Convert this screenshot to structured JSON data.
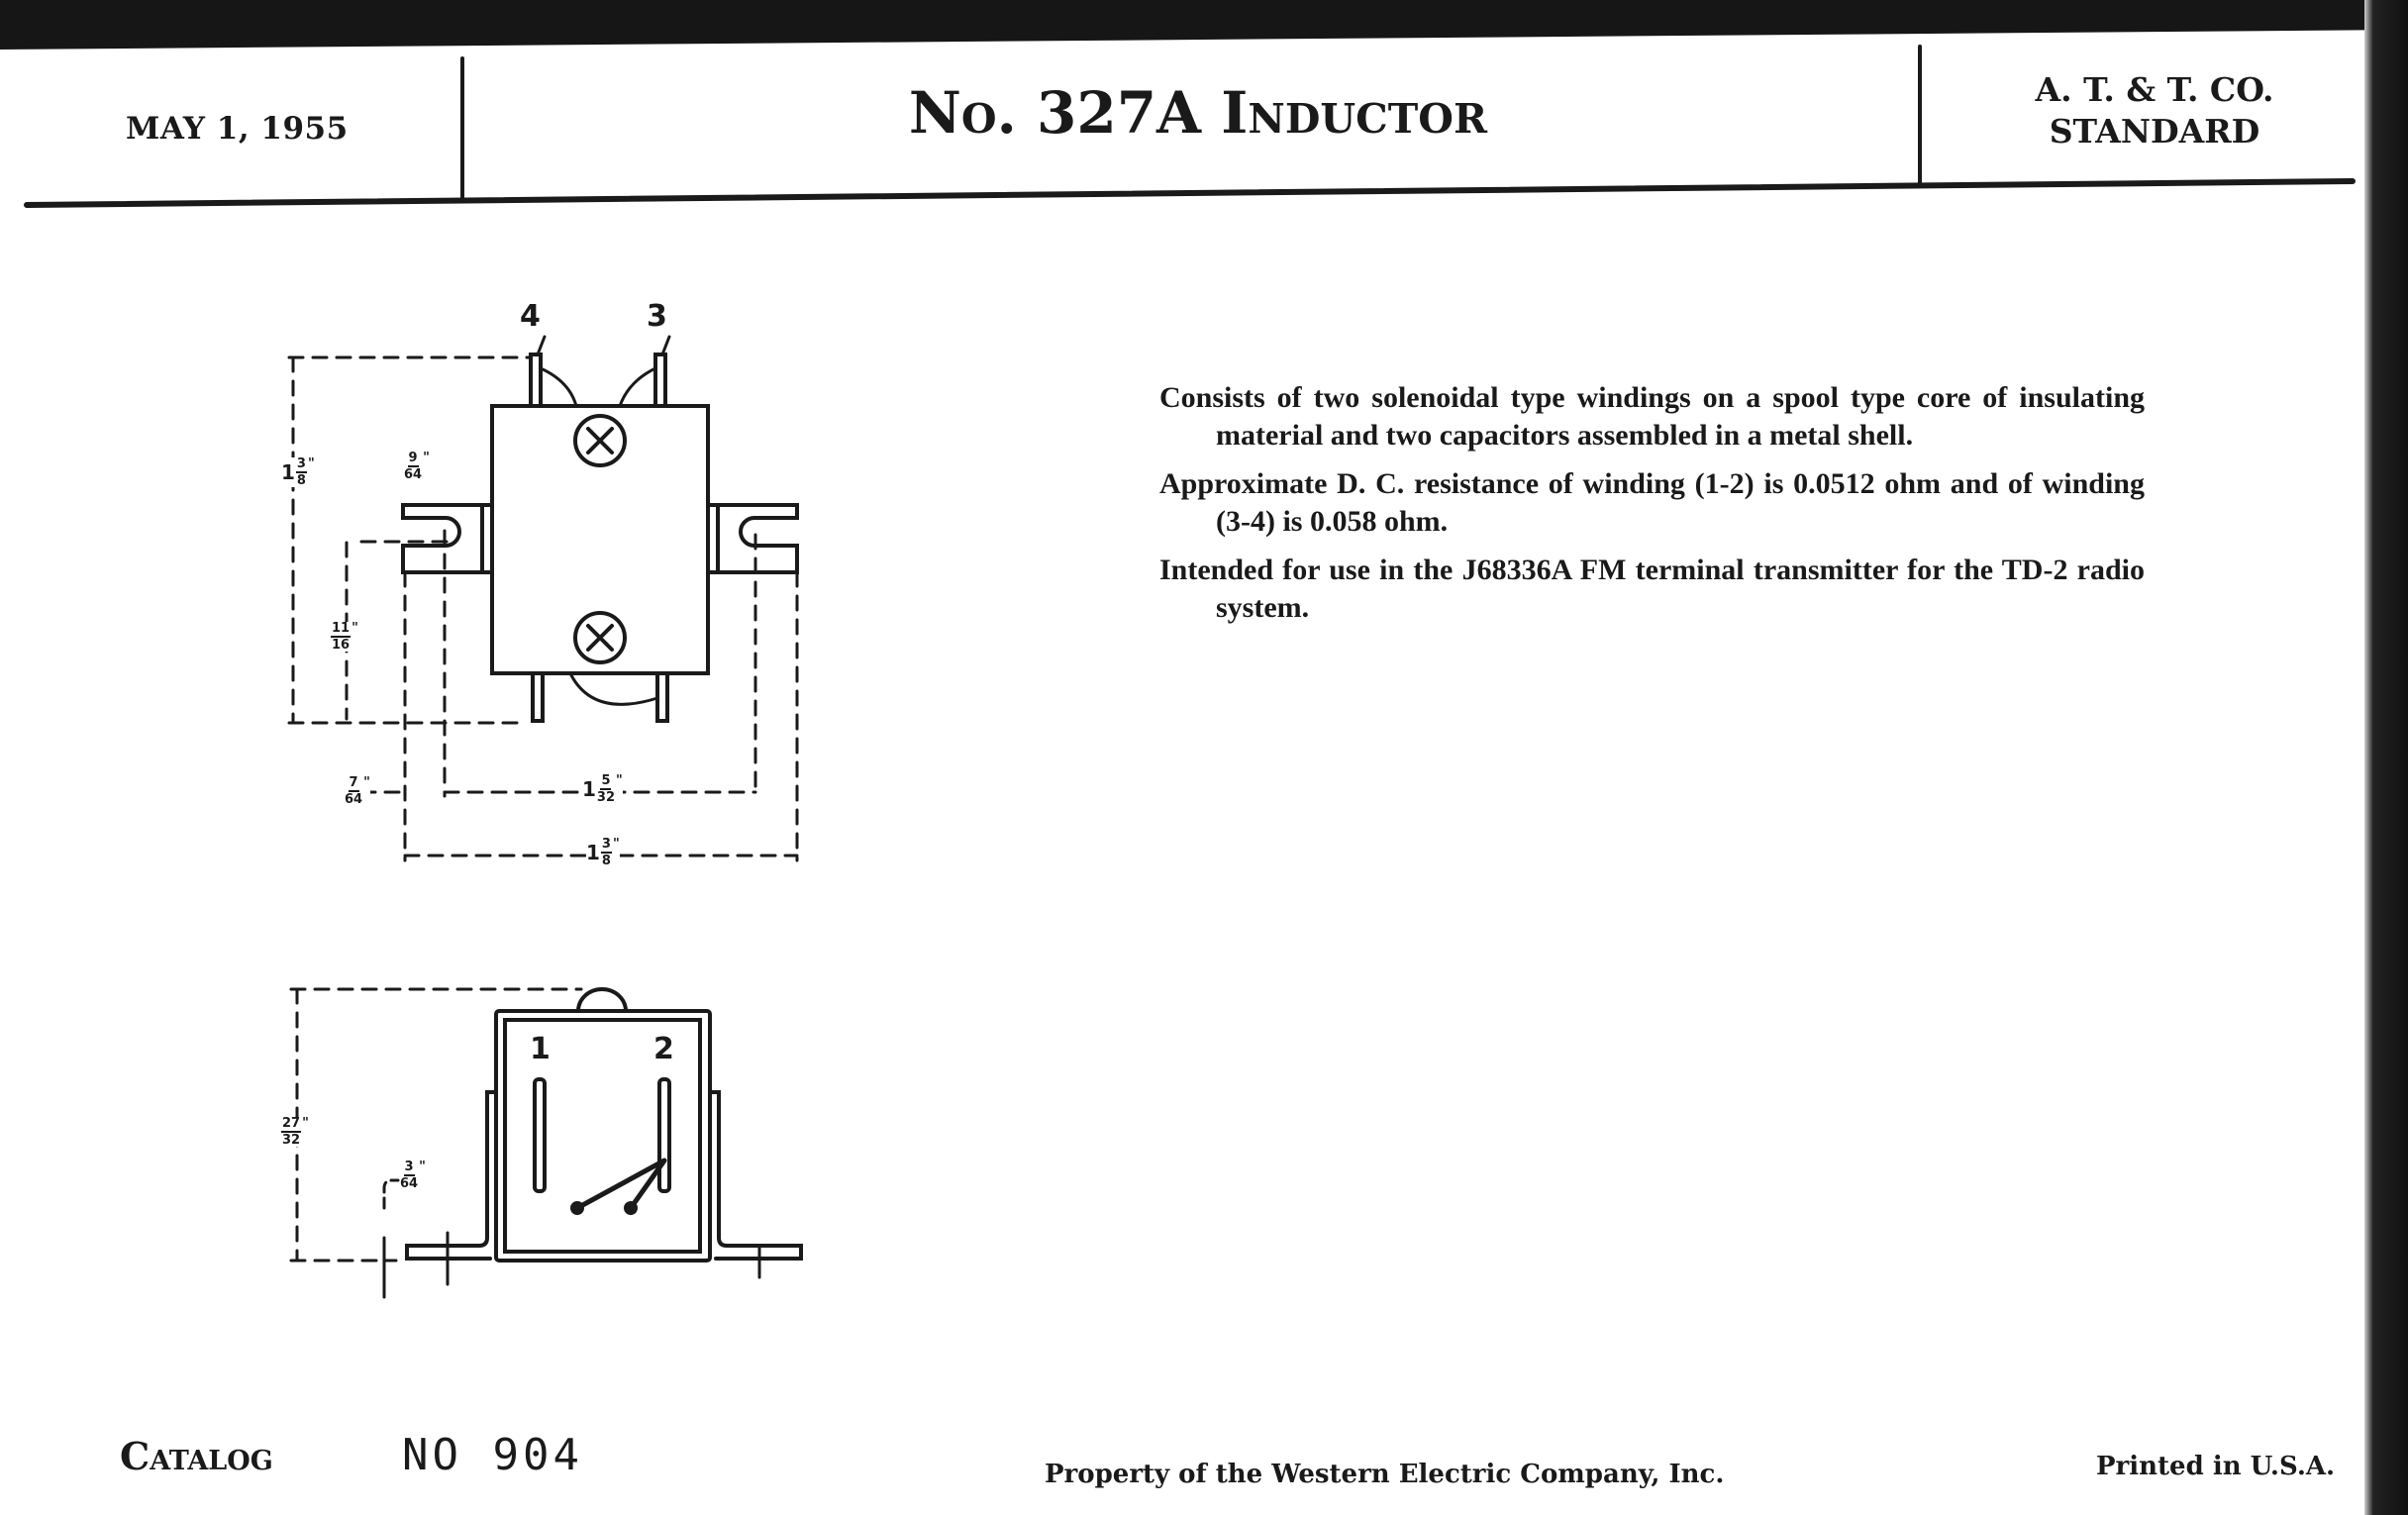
{
  "header": {
    "date": "MAY 1, 1955",
    "title": "No. 327A Inductor",
    "standard_line1": "A. T. & T. CO.",
    "standard_line2": "STANDARD"
  },
  "description": [
    "Consists of two solenoidal type windings on a spool type core of insulating material and two capacitors assembled in a metal shell.",
    "Approximate D. C. resistance of winding (1-2) is 0.0512 ohm and of winding (3-4) is 0.058 ohm.",
    "Intended for use in the J68336A FM terminal transmitter for the TD-2 radio system."
  ],
  "drawing": {
    "terminals": {
      "t1": "1",
      "t2": "2",
      "t3": "3",
      "t4": "4"
    },
    "dims": {
      "height_top": {
        "whole": "1",
        "num": "3",
        "den": "8"
      },
      "lug_offset": {
        "whole": "",
        "num": "9",
        "den": "64"
      },
      "slot_height": {
        "whole": "",
        "num": "11",
        "den": "16"
      },
      "lug_edge": {
        "whole": "",
        "num": "7",
        "den": "64"
      },
      "hole_span": {
        "whole": "1",
        "num": "5",
        "den": "32"
      },
      "overall_width": {
        "whole": "1",
        "num": "3",
        "den": "8"
      },
      "side_height": {
        "whole": "",
        "num": "27",
        "den": "32"
      },
      "flange_thickness": {
        "whole": "",
        "num": "3",
        "den": "64"
      }
    },
    "inch_mark": "\""
  },
  "footer": {
    "catalog_label": "Catalog",
    "catalog_number": "NO 904",
    "property": "Property of the Western Electric Company, Inc.",
    "printed": "Printed in U.S.A."
  }
}
